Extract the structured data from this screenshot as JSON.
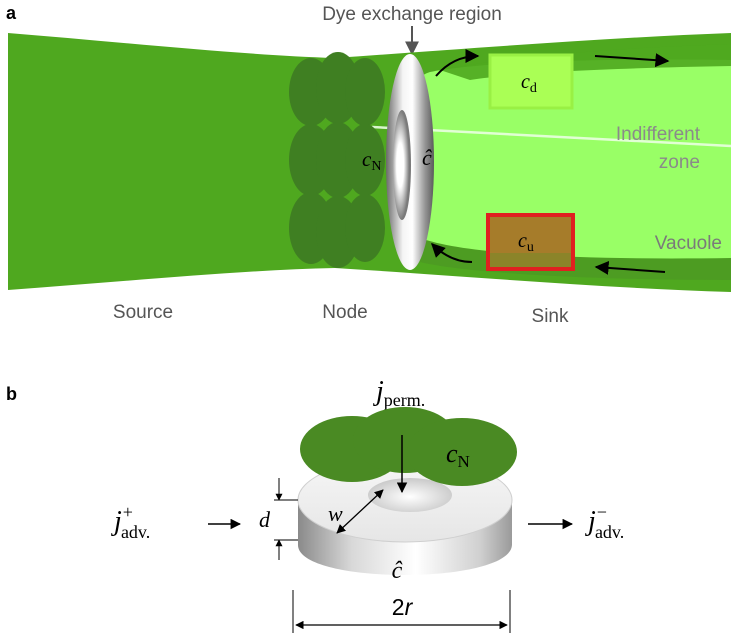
{
  "panel_a": {
    "panel_label": "a",
    "title": "Dye exchange region",
    "labels": {
      "source": "Source",
      "node": "Node",
      "sink": "Sink",
      "indifferent_line1": "Indifferent",
      "indifferent_line2": "zone",
      "vacuole": "Vacuole"
    },
    "math": {
      "c_d_main": "c",
      "c_d_sub": "d",
      "c_u_main": "c",
      "c_u_sub": "u",
      "c_N_main": "c",
      "c_N_sub": "N",
      "c_hat": "ĉ"
    }
  },
  "panel_b": {
    "panel_label": "b",
    "math": {
      "j_perm_main": "j",
      "j_perm_sub": "perm.",
      "c_N_main": "c",
      "c_N_sub": "N",
      "j_adv_plus_main": "j",
      "j_adv_plus_sup": "+",
      "j_adv_plus_sub": "adv.",
      "j_adv_minus_main": "j",
      "j_adv_minus_sup": "−",
      "j_adv_minus_sub": "adv.",
      "d": "d",
      "w": "w",
      "c_hat": "ĉ",
      "two_r_num": "2",
      "two_r_var": "r"
    }
  },
  "colors": {
    "dark_green": "#4fa81f",
    "light_green": "#99ff66",
    "node_green": "#3f7f22",
    "vacuole_dark": "#4d9c22",
    "cd_box": "#aaff55",
    "cu_fill": "#a67c2a",
    "cu_border": "#e02020"
  }
}
